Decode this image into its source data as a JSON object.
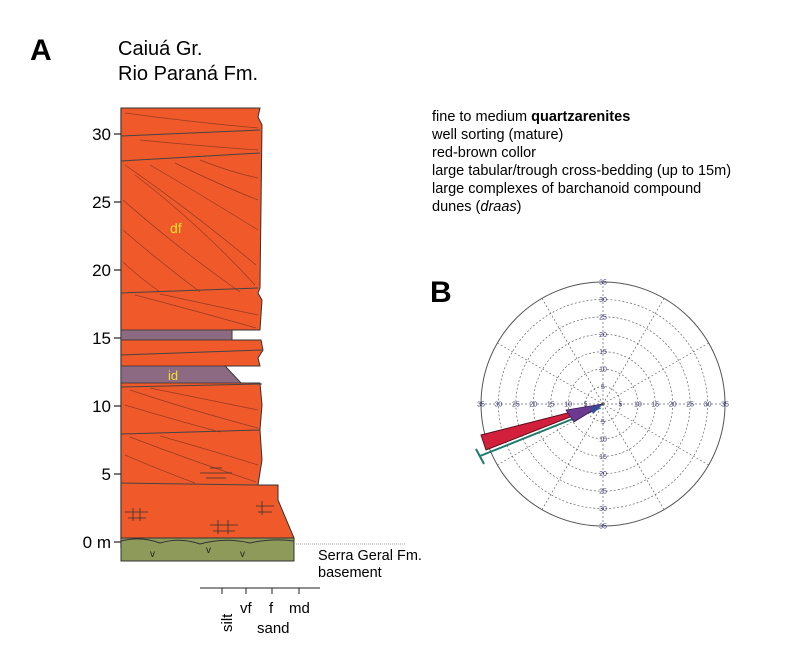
{
  "panel_a": {
    "letter": "A",
    "group": "Caiuá Gr.",
    "formation": "Rio Paraná Fm.",
    "y_ticks": [
      {
        "value": 30,
        "label": "30"
      },
      {
        "value": 25,
        "label": "25"
      },
      {
        "value": 20,
        "label": "20"
      },
      {
        "value": 15,
        "label": "15"
      },
      {
        "value": 10,
        "label": "10"
      },
      {
        "value": 5,
        "label": "5"
      },
      {
        "value": 0,
        "label": "0 m"
      }
    ],
    "facies_df": "df",
    "facies_id": "id",
    "basement_name": "Serra Geral Fm.",
    "basement_label": "basement",
    "grain_sizes": [
      "silt",
      "vf",
      "f",
      "md"
    ],
    "grain_axis_label": "sand",
    "colors": {
      "sandstone": "#F0592A",
      "interdune": "#8B6A82",
      "basement": "#8E9A5A",
      "lines": "#333333"
    }
  },
  "description": {
    "line1_prefix": "fine to medium ",
    "line1_bold": "quartzarenites",
    "line2": "well sorting (mature)",
    "line3": "red-brown collor",
    "line4": "large tabular/trough cross-bedding (up to 15m)",
    "line5": "large complexes of barchanoid compound",
    "line6_prefix": "dunes (",
    "line6_italic": "draas",
    "line6_suffix": ")"
  },
  "panel_b": {
    "letter": "B",
    "rose_max": 35,
    "ring_labels": [
      "35",
      "30",
      "25",
      "20",
      "15",
      "10",
      "5"
    ],
    "colors": {
      "grid": "#555555",
      "petal": "#D21F3C",
      "petal_inner": "#6B3A8E",
      "error_bar": "#1E7A6E"
    }
  }
}
